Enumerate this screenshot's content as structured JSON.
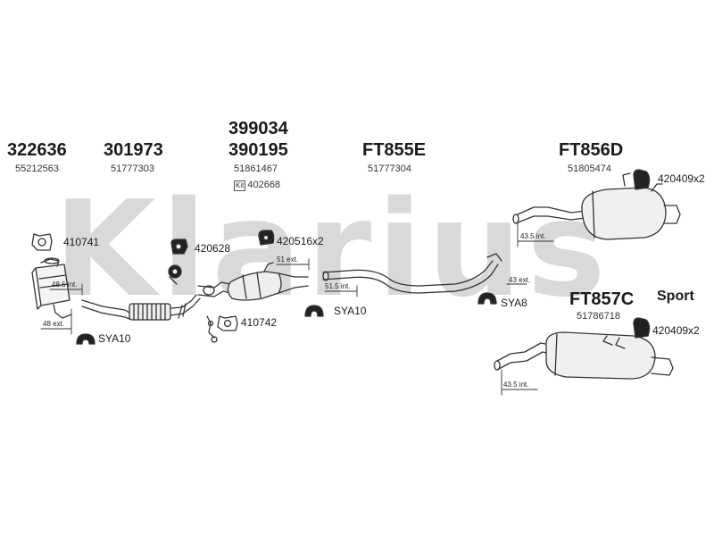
{
  "watermark": "Klarius",
  "parts": [
    {
      "code": "322636",
      "ref": "55212563"
    },
    {
      "code": "301973",
      "ref": "51777303"
    },
    {
      "code_top": "399034",
      "code": "390195",
      "ref": "51861467",
      "kit_label": "Kit",
      "kit_ref": "402668"
    },
    {
      "code": "FT855E",
      "ref": "51777304"
    },
    {
      "code": "FT856D",
      "ref": "51805474"
    },
    {
      "code": "FT857C",
      "ref": "51786718"
    }
  ],
  "variant_label": "Sport",
  "fittings": [
    "410741",
    "SYA10",
    "420628",
    "420516x2",
    "410742",
    "SYA10",
    "SYA8",
    "420409x2",
    "420409x2"
  ],
  "dimensions": [
    "48.5 int.",
    "48 ext.",
    "51 ext.",
    "51.5 int.",
    "43 ext.",
    "43.5 int.",
    "43.5 int."
  ],
  "colors": {
    "line": "#333333",
    "watermark": "#d9d9d9"
  }
}
